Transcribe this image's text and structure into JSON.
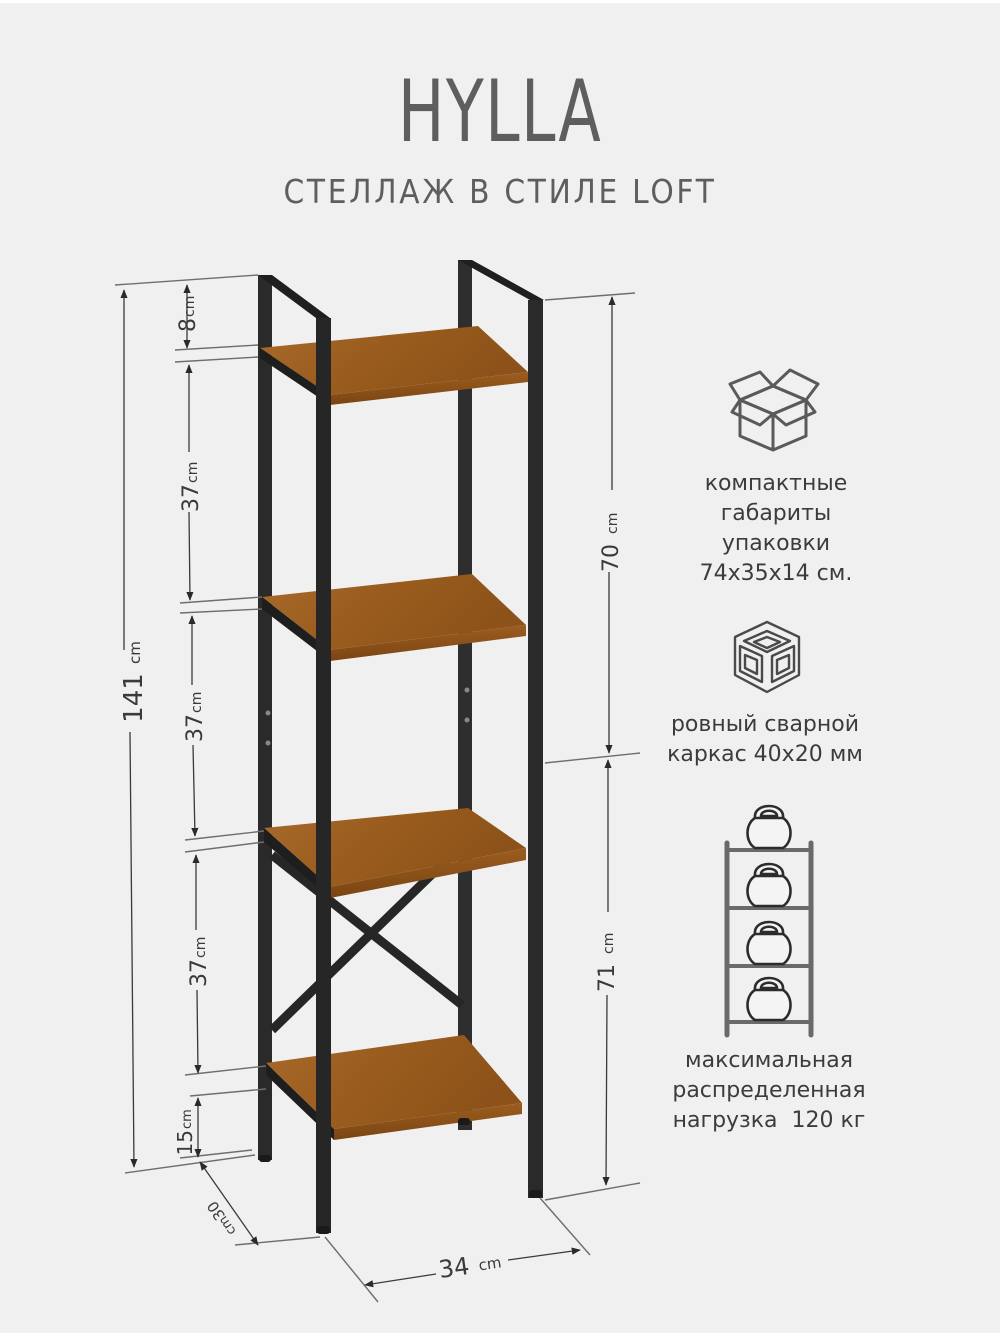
{
  "header": {
    "title": "HYLLA",
    "subtitle": "СТЕЛЛАЖ В СТИЛЕ LOFT"
  },
  "colors": {
    "background": "#f0f0f0",
    "text": "#5e5e5e",
    "frame": "#262626",
    "wood": "#9a5f22",
    "dimension_line": "#6a6a6a",
    "icon_stroke": "#555555"
  },
  "dimensions": {
    "total_height": {
      "value": "141",
      "unit": "cm"
    },
    "left_segments": [
      {
        "value": "8",
        "unit": "cm"
      },
      {
        "value": "37",
        "unit": "cm"
      },
      {
        "value": "37",
        "unit": "cm"
      },
      {
        "value": "37",
        "unit": "cm"
      },
      {
        "value": "15",
        "unit": "cm"
      }
    ],
    "right_segments": [
      {
        "value": "70",
        "unit": "cm"
      },
      {
        "value": "71",
        "unit": "cm"
      }
    ],
    "depth": {
      "value": "30",
      "unit": "cm"
    },
    "width": {
      "value": "34",
      "unit": "cm"
    }
  },
  "features": [
    {
      "icon": "open-box-icon",
      "lines": [
        "компактные",
        "габариты",
        "упаковки",
        "74x35x14 см."
      ]
    },
    {
      "icon": "welded-frame-cube-icon",
      "lines": [
        "ровный сварной",
        "каркас 40x20 мм"
      ]
    },
    {
      "icon": "kettlebell-shelf-icon",
      "lines": [
        "максимальная",
        "распределенная",
        "нагрузка  120 кг"
      ]
    }
  ]
}
